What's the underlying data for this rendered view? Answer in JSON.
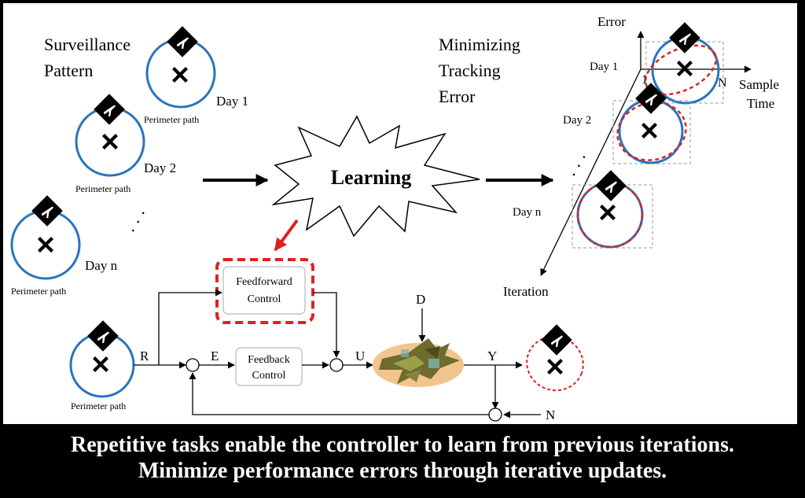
{
  "left_panel": {
    "title_line1": "Surveillance",
    "title_line2": "Pattern",
    "days": [
      "Day 1",
      "Day 2",
      "Day n"
    ],
    "ellipsis": "·  ·  ·",
    "perimeter_label": "Perimeter path"
  },
  "center": {
    "learning_label": "Learning"
  },
  "right_panel": {
    "title_line1": "Minimizing",
    "title_line2": "Tracking",
    "title_line3": "Error",
    "axis_error": "Error",
    "axis_sample_line1": "Sample",
    "axis_sample_line2": "Time",
    "axis_iteration": "Iteration",
    "tick_1": "1",
    "tick_N": "N",
    "days": [
      "Day 1",
      "Day 2",
      "Day n"
    ]
  },
  "block_diagram": {
    "feedforward_line1": "Feedforward",
    "feedforward_line2": "Control",
    "feedback_line1": "Feedback",
    "feedback_line2": "Control",
    "sig_R": "R",
    "sig_E": "E",
    "sig_U": "U",
    "sig_Y": "Y",
    "sig_D": "D",
    "sig_N": "N",
    "perimeter_label": "Perimeter path"
  },
  "caption": {
    "line1": "Repetitive tasks enable the controller to learn from previous iterations.",
    "line2": "Minimize performance errors through iterative updates."
  },
  "colors": {
    "blue_circle": "#2a74bb",
    "red_dashed": "#e02020",
    "background": "#ffffff",
    "caption_bg": "#000000"
  }
}
